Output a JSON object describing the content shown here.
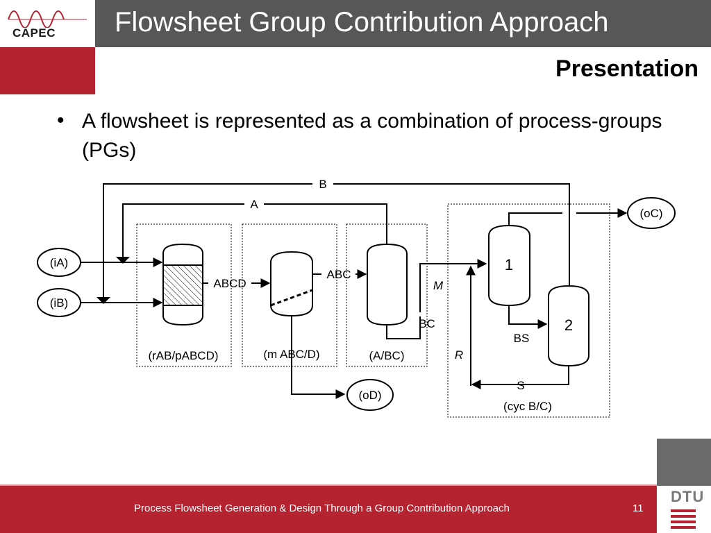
{
  "header": {
    "logo_text": "CAPEC",
    "title": "Flowsheet Group Contribution Approach",
    "subtitle": "Presentation"
  },
  "content": {
    "bullet": "•",
    "bullet_text": "A flowsheet is represented as a combination of process-groups (PGs)"
  },
  "diagram": {
    "inputs": [
      "(iA)",
      "(iB)"
    ],
    "outputs": [
      "(oC)",
      "(oD)"
    ],
    "stream_labels": {
      "b": "B",
      "a": "A",
      "abcd": "ABCD",
      "abc": "ABC",
      "bc": "BC",
      "m": "M",
      "r": "R",
      "bs": "BS",
      "s": "S"
    },
    "column_labels": [
      "1",
      "2"
    ],
    "group_labels": [
      "(rAB/pABCD)",
      "(m ABC/D)",
      "(A/BC)",
      "(cyc B/C)"
    ]
  },
  "footer": {
    "text": "Process Flowsheet Generation & Design Through a Group Contribution Approach",
    "page_number": "11",
    "brand": "DTU"
  },
  "colors": {
    "accent_red": "#b52331",
    "title_gray": "#575757"
  }
}
